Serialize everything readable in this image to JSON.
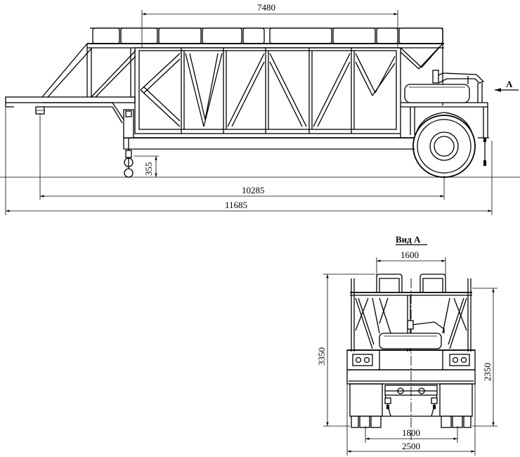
{
  "side_view": {
    "dim_top_length": "7480",
    "dim_wheelbase": "10285",
    "dim_overall_length": "11685",
    "dim_support_height": "355",
    "section_marker": "A"
  },
  "view_a": {
    "title": "Вид А",
    "dim_top_width": "1600",
    "dim_overall_height": "3350",
    "dim_platform_height": "2350",
    "dim_track": "1800",
    "dim_overall_width": "2500"
  }
}
